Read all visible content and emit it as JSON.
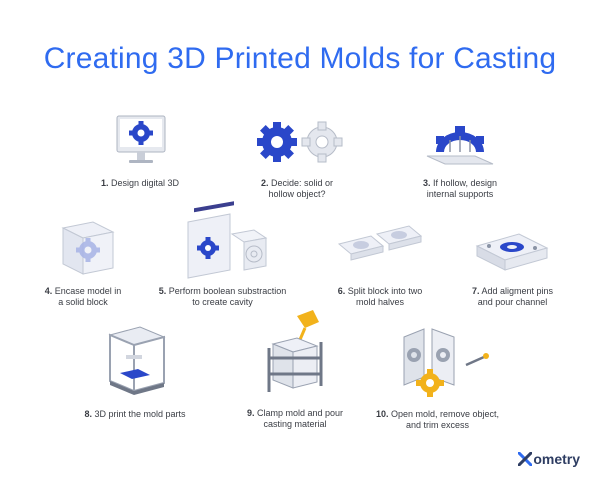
{
  "title": "Creating 3D Printed Molds for Casting",
  "steps": [
    {
      "num": "1.",
      "line1": "Design digital 3D",
      "line2": ""
    },
    {
      "num": "2.",
      "line1": "Decide: solid or",
      "line2": "hollow object?"
    },
    {
      "num": "3.",
      "line1": "If hollow, design",
      "line2": "internal supports"
    },
    {
      "num": "4.",
      "line1": "Encase model in",
      "line2": "a solid block"
    },
    {
      "num": "5.",
      "line1": "Perform boolean substraction",
      "line2": "to create cavity"
    },
    {
      "num": "6.",
      "line1": "Split block into two",
      "line2": "mold halves"
    },
    {
      "num": "7.",
      "line1": "Add aligment pins",
      "line2": "and pour channel"
    },
    {
      "num": "8.",
      "line1": "3D print the mold parts",
      "line2": ""
    },
    {
      "num": "9.",
      "line1": "Clamp mold and pour",
      "line2": "casting material"
    },
    {
      "num": "10.",
      "line1": "Open mold, remove object,",
      "line2": "and trim excess"
    }
  ],
  "brand": {
    "mark": "X",
    "word": "ometry"
  },
  "colors": {
    "accent": "#2f6bf0",
    "gear": "#2a47c9",
    "gold": "#f2b21b",
    "gray": "#c9ced8"
  }
}
